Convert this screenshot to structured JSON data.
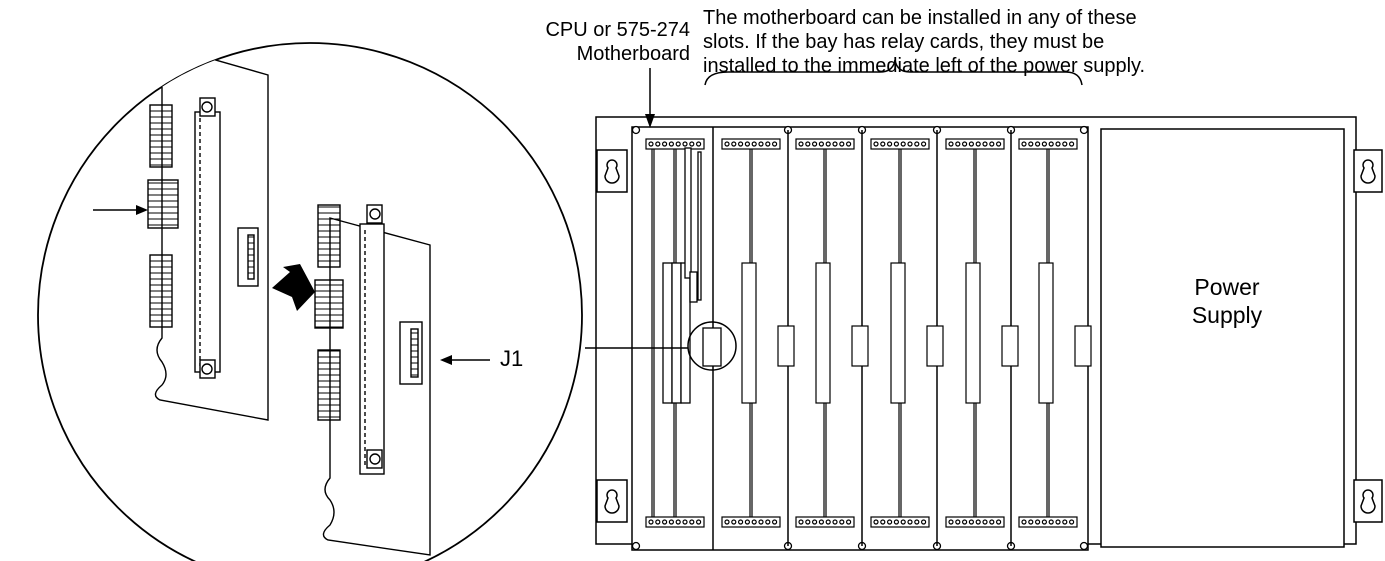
{
  "labels": {
    "cpu_line1": "CPU or 575-274",
    "cpu_line2": "Motherboard",
    "note_line1": "The motherboard can be installed in any of these",
    "note_line2": "slots. If the bay has relay cards, they must be",
    "note_line3": "installed to the immediate left of the power supply.",
    "j1": "J1",
    "power_line1": "Power",
    "power_line2": "Supply"
  }
}
